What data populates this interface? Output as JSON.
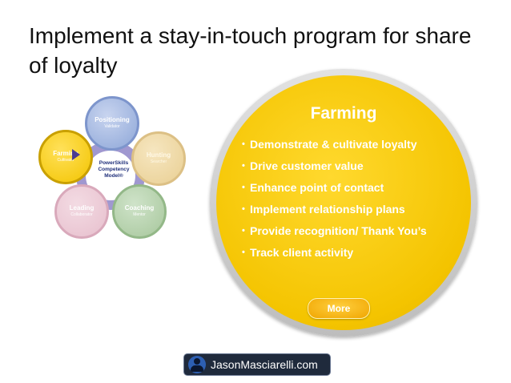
{
  "slide": {
    "title": "Implement a stay-in-touch program for share of loyalty"
  },
  "model": {
    "center_label": "PowerSkills Competency Model®",
    "petals": [
      {
        "label": "Positioning",
        "sub": "Validator"
      },
      {
        "label": "Hunting",
        "sub": "Searcher"
      },
      {
        "label": "Coaching",
        "sub": "Mentor"
      },
      {
        "label": "Leading",
        "sub": "Collaborator"
      },
      {
        "label": "Farming",
        "sub": "Cultivator"
      }
    ]
  },
  "farming": {
    "title": "Farming",
    "bullet": "•",
    "items": [
      "Demonstrate & cultivate loyalty",
      "Drive customer value",
      "Enhance point of contact",
      "Implement relationship plans",
      "Provide recognition/ Thank You’s",
      "Track client activity"
    ],
    "more_label": "More"
  },
  "badge": {
    "text": "JasonMasciarelli.com",
    "icon": "person-icon"
  },
  "colors": {
    "accent_yellow": "#f4c400",
    "model_ring": "#8f86c8",
    "badge_bg": "#1f2a3c"
  }
}
